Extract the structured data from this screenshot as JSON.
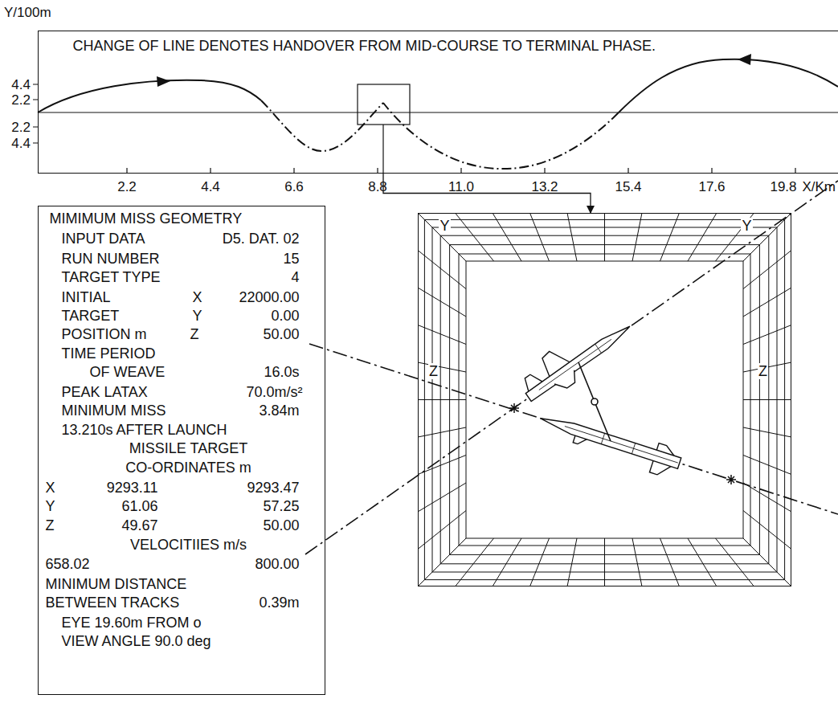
{
  "diagram": {
    "nodes": [
      {
        "text": [
          "CHANGE OF LINE DENOTES HANDOVER FROM MID-COURSE TO TERMINAL PHASE."
        ]
      },
      {
        "text": [
          "MIMIMUM MISS GEOMETRY",
          "INPUT DATA",
          "D5. DAT. 02",
          "RUN NUMBER",
          "15",
          "TARGET TYPE",
          "4",
          "INITIAL",
          "X",
          "22000.00",
          "TARGET",
          "Y",
          "0.00",
          "POSITION m",
          "Z",
          "50.00",
          "TIME PERIOD",
          "OF WEAVE",
          "16.0s",
          "PEAK LATAX",
          "70.0m/s²",
          "MINIMUM MISS",
          "3.84m",
          "13.210s AFTER LAUNCH",
          "MISSILE TARGET",
          "CO-ORDINATES m",
          "X",
          "9293.11",
          "9293.47",
          "Y",
          "61.06",
          "57.25",
          "Z",
          "49.67",
          "50.00",
          "VELOCITIIES m/s",
          "658.02",
          "800.00",
          "MINIMUM DISTANCE",
          "BETWEEN TRACKS",
          "0.39m",
          "EYE 19.60m FROM o",
          "VIEW ANGLE 90.0 deg"
        ]
      },
      {
        "text": [
          "Y",
          "Y",
          "Z",
          "Z"
        ]
      }
    ],
    "edges": [
      {
        "from": 0,
        "to": 2,
        "arrow": "to"
      }
    ],
    "labels": [
      "Y/100m",
      "4.4",
      "2.2",
      "2.2",
      "4.4",
      "2.2",
      "4.4",
      "6.6",
      "8.8",
      "11.0",
      "13.2",
      "15.4",
      "17.6",
      "19.8",
      "X/Km"
    ]
  }
}
